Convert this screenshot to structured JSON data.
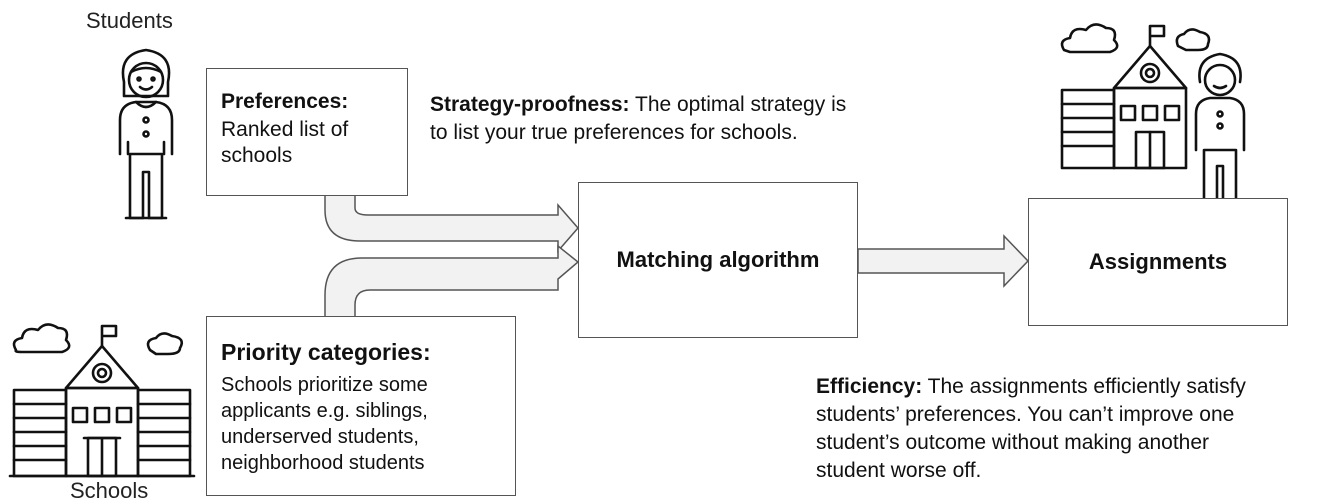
{
  "actors": {
    "students_label": "Students",
    "schools_label": "Schools"
  },
  "preferences": {
    "title": "Preferences:",
    "body_lines": [
      "Ranked list of",
      "schools"
    ]
  },
  "priority": {
    "title": "Priority categories:",
    "body_lines": [
      "Schools prioritize some",
      "applicants e.g. siblings,",
      "underserved students,",
      "neighborhood students"
    ]
  },
  "algorithm": {
    "label": "Matching algorithm"
  },
  "assignments": {
    "label": "Assignments"
  },
  "strategy_proofness": {
    "term": "Strategy-proofness:",
    "text_line1": " The optimal strategy is",
    "text_line2": "to list your true preferences for schools."
  },
  "efficiency": {
    "term": "Efficiency:",
    "text_line1": " The assignments efficiently satisfy",
    "text_lines": [
      "students’ preferences. You can’t improve one",
      "student’s outcome without making another",
      "student worse off."
    ]
  },
  "icons": [
    "student-icon",
    "school-icon",
    "school-with-student-icon"
  ]
}
